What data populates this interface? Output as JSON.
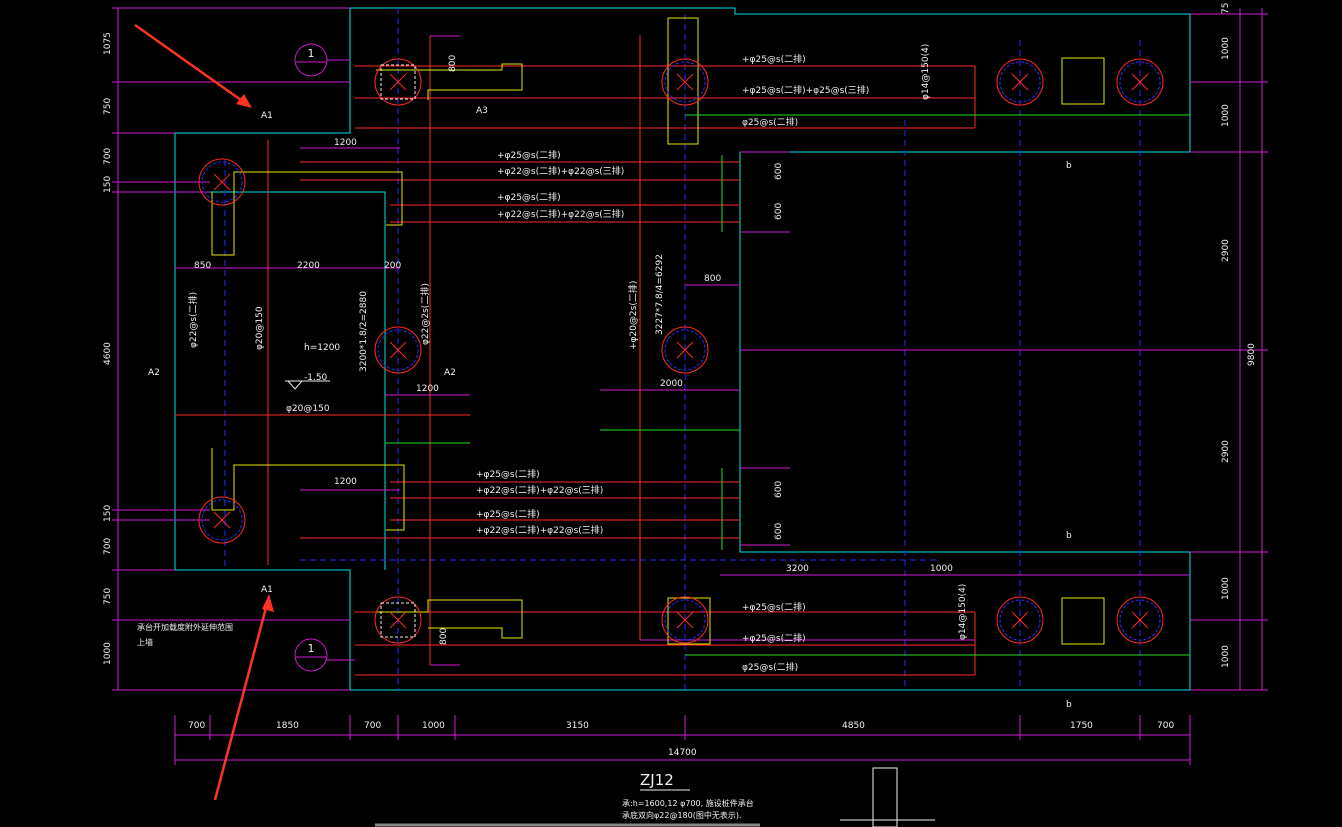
{
  "title": "ZJ12",
  "notes": [
    "承:h=1600,12 φ700, 施设桩件承台",
    "承底双向φ22@180(图中无表示)."
  ],
  "side_note": [
    "承台开加载度附外延伸范围",
    "上墙"
  ],
  "section_marks": {
    "top": "1",
    "bottom": "1"
  },
  "zone_labels": {
    "a1": "A1",
    "a2": "A2",
    "a3": "A3",
    "b": "b"
  },
  "rebar": {
    "r25_2": "+φ25@s(二排)",
    "r25_23": "+φ25@s(二排)+φ25@s(三排)",
    "r25": "φ25@s(二排)",
    "r22_23": "+φ22@s(二排)+φ22@s(三排)",
    "r22_23b": "+φ22@s(二排)+φ22@s(三排)",
    "r14": "φ14@150(4)",
    "r20_150": "φ20@150",
    "r22_2s": "φ22@2s(二排)",
    "r20_2s": "+φ20@2s(二排)",
    "r22s": "φ22@s(二排)"
  },
  "labels": {
    "h1200": "h=1200",
    "elev": "-1.50",
    "calc1": "3200*1.8/2=2880",
    "calc2": "3227*7.8/4=6292"
  },
  "dims": {
    "bottom": [
      "700",
      "1850",
      "700",
      "1000",
      "3150",
      "4850",
      "1750",
      "700"
    ],
    "total": "14700",
    "left": [
      "1075",
      "750",
      "700",
      "150",
      "4600",
      "150",
      "700",
      "750",
      "1000"
    ],
    "right": [
      "75",
      "1000",
      "1000",
      "2900",
      "2900",
      "1000",
      "1000"
    ],
    "right_total": "9800",
    "inner": {
      "d1200a": "1200",
      "d850": "850",
      "d2200": "2200",
      "d200": "200",
      "d1200b": "1200",
      "d1200c": "1200",
      "d600a": "600",
      "d600b": "600",
      "d600c": "600",
      "d600d": "600",
      "d800a": "800",
      "d800b": "800",
      "d800c": "800",
      "d2000": "2000",
      "d3200": "3200",
      "d1000": "1000"
    }
  },
  "colors": {
    "cyan": "#00e5e5",
    "magenta": "#d21cd2",
    "red": "#ff2a2a",
    "yellow": "#e6e600",
    "blue": "#2a2aff",
    "white": "#f0f0f0",
    "green": "#22dd22",
    "arrow": "#ff3322"
  }
}
